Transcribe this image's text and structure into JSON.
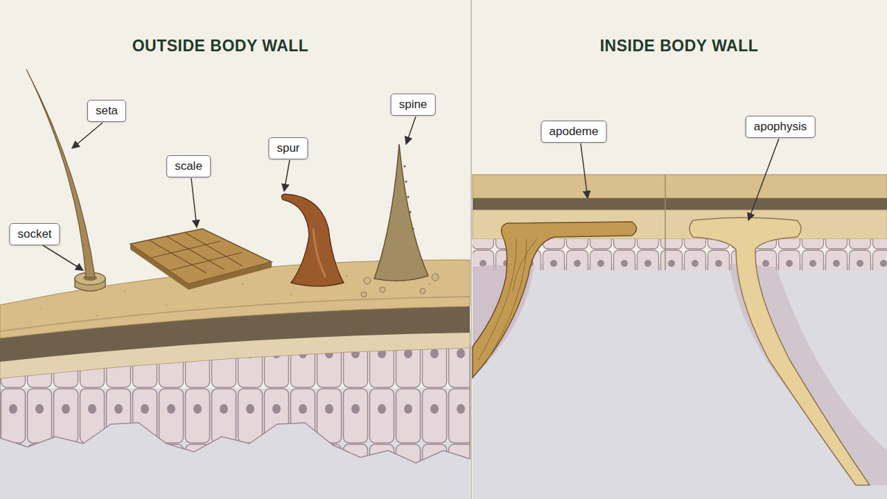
{
  "diagram": {
    "nodes": [
      {
        "text": [
          "socket"
        ]
      },
      {
        "text": [
          "seta"
        ]
      },
      {
        "text": [
          "scale"
        ]
      },
      {
        "text": [
          "spur"
        ]
      },
      {
        "text": [
          "spine"
        ]
      },
      {
        "text": [
          "apodeme"
        ]
      },
      {
        "text": [
          "apophysis"
        ]
      }
    ],
    "labels": [
      "OUTSIDE BODY WALL",
      "INSIDE BODY WALL"
    ]
  }
}
